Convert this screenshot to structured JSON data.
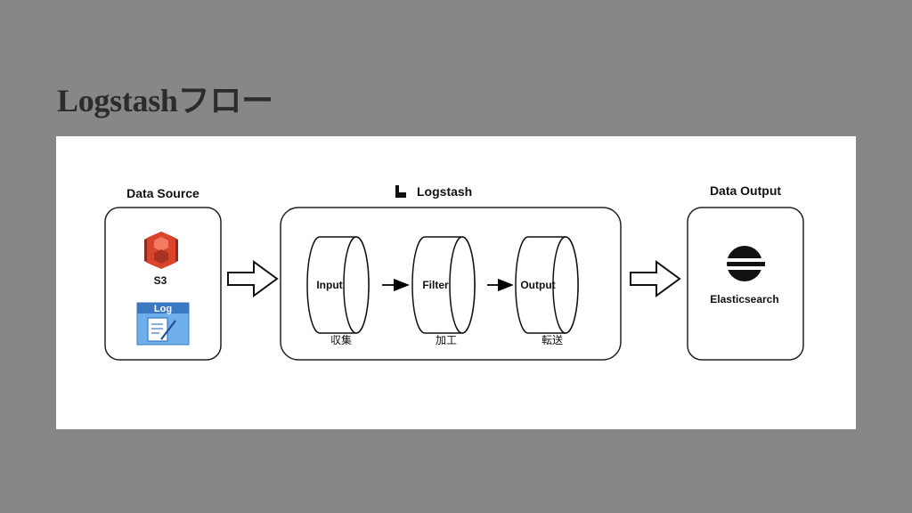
{
  "slide": {
    "title": "Logstashフロー"
  },
  "diagram": {
    "source": {
      "heading": "Data Source",
      "s3_label": "S3",
      "log_icon_text": "Log"
    },
    "logstash": {
      "heading": "Logstash",
      "stages": [
        {
          "name": "Input",
          "caption": "収集"
        },
        {
          "name": "Filter",
          "caption": "加工"
        },
        {
          "name": "Output",
          "caption": "転送"
        }
      ]
    },
    "output": {
      "heading": "Data Output",
      "target_label": "Elasticsearch"
    }
  },
  "colors": {
    "background": "#878787",
    "s3_red": "#d9442c",
    "log_blue": "#4a8fd8"
  },
  "icons": [
    "s3-icon",
    "log-file-icon",
    "logstash-logo-icon",
    "elasticsearch-icon"
  ]
}
